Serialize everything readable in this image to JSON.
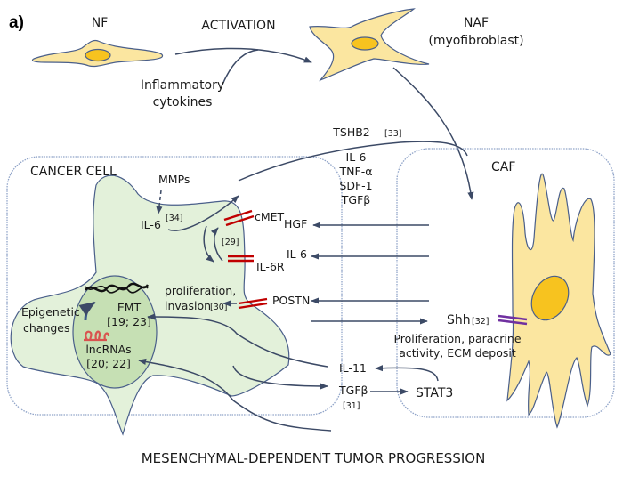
{
  "panel_label": "a)",
  "top": {
    "nf_label": "NF",
    "activation_label": "ACTIVATION",
    "naf_label": "NAF",
    "naf_sublabel": "(myofibroblast)",
    "inflammatory_line1": "Inflammatory",
    "inflammatory_line2": "cytokines"
  },
  "cancer_cell": {
    "title": "CANCER CELL",
    "mmps": "MMPs",
    "il6": "IL-6",
    "ref34": "[34]",
    "ref29": "[29]",
    "cmet": "cMET",
    "il6r": "IL-6R",
    "epigenetic_line1": "Epigenetic",
    "epigenetic_line2": "changes",
    "emt": "EMT",
    "emt_ref": "[19; 23]",
    "lncrnas": "lncRNAs",
    "lncrnas_ref": "[20; 22]",
    "prolif_line1": "proliferation,",
    "prolif_line2": "invasion",
    "ref30": "[30]"
  },
  "middle": {
    "tshb2": "TSHB2",
    "ref33": "[33]",
    "cytokines": [
      "IL-6",
      "TNF-α",
      "SDF-1",
      "TGFβ"
    ],
    "hgf": "HGF",
    "il6": "IL-6",
    "postn": "POSTN",
    "il11": "IL-11",
    "tgfb": "TGFβ",
    "ref31": "[31]",
    "stat3": "STAT3"
  },
  "caf": {
    "title": "CAF",
    "shh": "Shh",
    "ref32": "[32]",
    "effect_line1": "Proliferation, paracrine",
    "effect_line2": "activity, ECM deposit"
  },
  "footer": "MESENCHYMAL-DEPENDENT TUMOR PROGRESSION",
  "colors": {
    "fibroblast": "#fbe6a0",
    "nucleus": "#f7c31f",
    "cancer_cell": "#e3f1da",
    "cancer_nucleus": "#c6e0b4",
    "receptor": "#c00000",
    "shh_receptor": "#7030a0",
    "arrow": "#3c4a66"
  }
}
